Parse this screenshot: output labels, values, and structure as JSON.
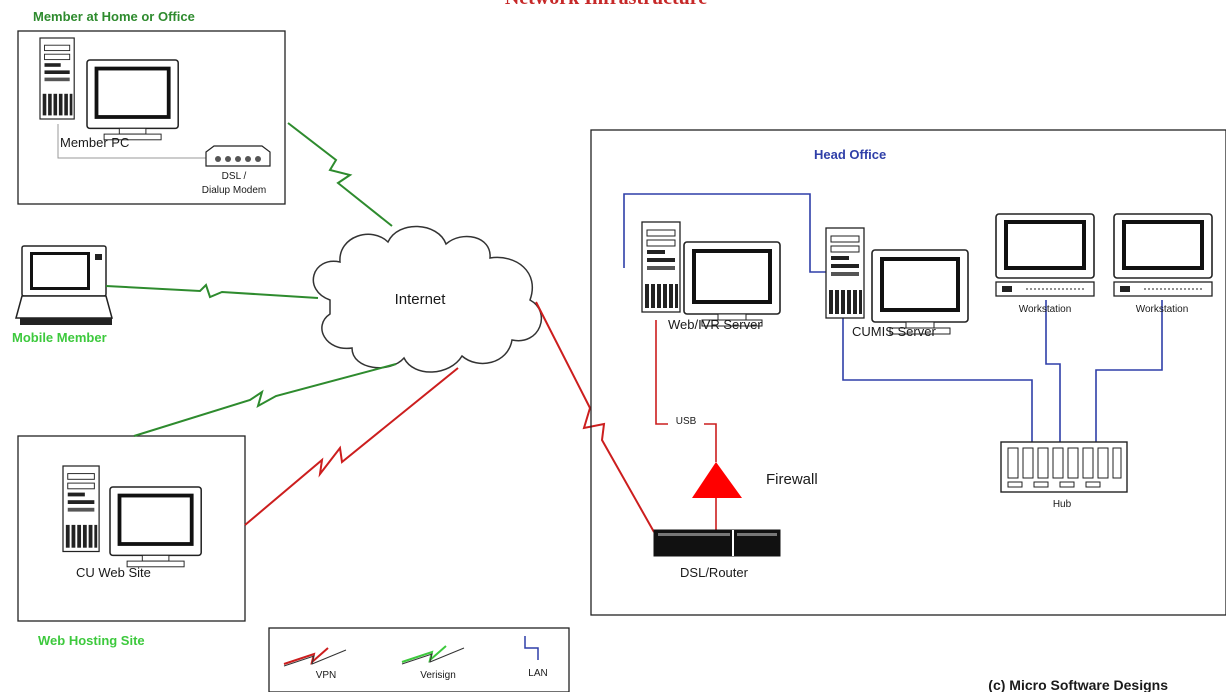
{
  "title": "Network Infrastructure",
  "colors": {
    "vpn": "#cc1e1e",
    "verisign": "#2e8b2e",
    "lan": "#2f3fa8",
    "firewall": "#ff0000"
  },
  "groups": {
    "member_home": "Member at Home or Office",
    "mobile": "Mobile Member",
    "web_hosting": "Web Hosting Site",
    "head_office": "Head Office"
  },
  "nodes": {
    "member_pc": "Member PC",
    "modem_line1": "DSL /",
    "modem_line2": "Dialup Modem",
    "internet": "Internet",
    "cu_web_site": "CU Web Site",
    "web_ivr_server": "Web/IVR  Server",
    "cumis_server": "CUMIS  Server",
    "workstation_1": "Workstation",
    "workstation_2": "Workstation",
    "hub": "Hub",
    "firewall": "Firewall",
    "usb": "USB",
    "dsl_router": "DSL/Router"
  },
  "legend": {
    "vpn": "VPN",
    "verisign": "Verisign",
    "lan": "LAN"
  },
  "copyright": "(c) Micro  Software  Designs"
}
